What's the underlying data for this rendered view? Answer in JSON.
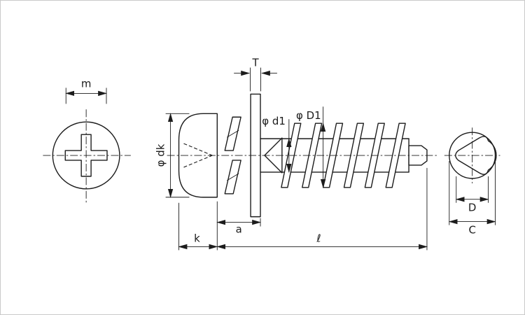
{
  "labels": {
    "m": "m",
    "t": "T",
    "dk": "φ dk",
    "d1": "φ d1",
    "d1_major": "φ D1",
    "a": "a",
    "k": "k",
    "length": "ℓ",
    "d": "D",
    "c": "C"
  },
  "colors": {
    "line": "#1c1c1c",
    "background": "#ffffff",
    "border": "#c9c9c9"
  }
}
